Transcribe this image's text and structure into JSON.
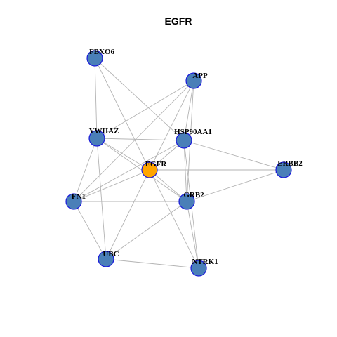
{
  "title": "EGFR",
  "colors": {
    "default_node": "#4a7fb8",
    "highlight_node": "#ffa500",
    "node_border": "#1a1adb",
    "edge": "#b3b3b3"
  },
  "network": {
    "nodes": [
      {
        "id": "FBXO6",
        "label": "FBXO6",
        "highlighted": false
      },
      {
        "id": "APP",
        "label": "APP",
        "highlighted": false
      },
      {
        "id": "YWHAZ",
        "label": "YWHAZ",
        "highlighted": false
      },
      {
        "id": "HSP90AA1",
        "label": "HSP90AA1",
        "highlighted": false
      },
      {
        "id": "EGFR",
        "label": "EGFR",
        "highlighted": true
      },
      {
        "id": "ERBB2",
        "label": "ERBB2",
        "highlighted": false
      },
      {
        "id": "FN1",
        "label": "FN1",
        "highlighted": false
      },
      {
        "id": "GRB2",
        "label": "GRB2",
        "highlighted": false
      },
      {
        "id": "UBC",
        "label": "UBC",
        "highlighted": false
      },
      {
        "id": "NTRK1",
        "label": "NTRK1",
        "highlighted": false
      }
    ],
    "edges": [
      [
        "FBXO6",
        "YWHAZ"
      ],
      [
        "FBXO6",
        "EGFR"
      ],
      [
        "FBXO6",
        "HSP90AA1"
      ],
      [
        "APP",
        "HSP90AA1"
      ],
      [
        "APP",
        "EGFR"
      ],
      [
        "APP",
        "GRB2"
      ],
      [
        "APP",
        "FN1"
      ],
      [
        "APP",
        "YWHAZ"
      ],
      [
        "YWHAZ",
        "HSP90AA1"
      ],
      [
        "YWHAZ",
        "EGFR"
      ],
      [
        "YWHAZ",
        "GRB2"
      ],
      [
        "YWHAZ",
        "FN1"
      ],
      [
        "YWHAZ",
        "UBC"
      ],
      [
        "HSP90AA1",
        "EGFR"
      ],
      [
        "HSP90AA1",
        "ERBB2"
      ],
      [
        "HSP90AA1",
        "GRB2"
      ],
      [
        "HSP90AA1",
        "NTRK1"
      ],
      [
        "HSP90AA1",
        "FN1"
      ],
      [
        "EGFR",
        "ERBB2"
      ],
      [
        "EGFR",
        "GRB2"
      ],
      [
        "EGFR",
        "FN1"
      ],
      [
        "EGFR",
        "UBC"
      ],
      [
        "EGFR",
        "NTRK1"
      ],
      [
        "ERBB2",
        "GRB2"
      ],
      [
        "FN1",
        "GRB2"
      ],
      [
        "FN1",
        "UBC"
      ],
      [
        "GRB2",
        "UBC"
      ],
      [
        "GRB2",
        "NTRK1"
      ],
      [
        "UBC",
        "NTRK1"
      ]
    ]
  }
}
